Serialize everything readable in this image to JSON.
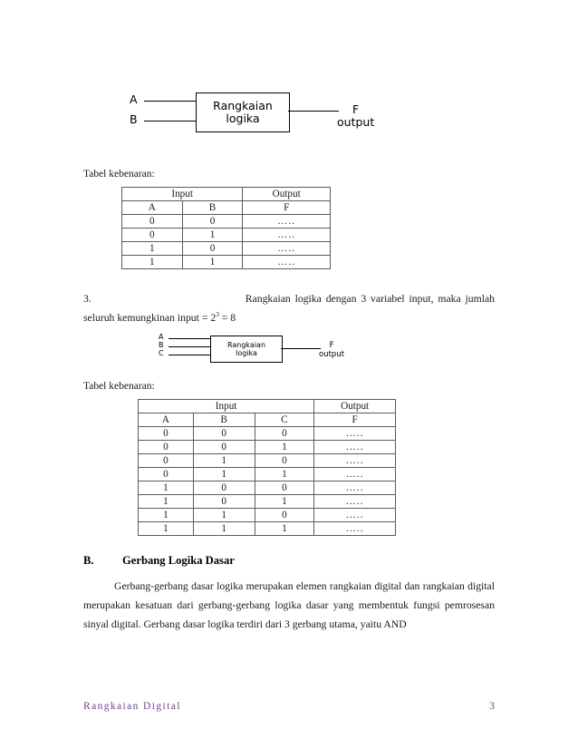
{
  "document": {
    "labels": {
      "tabel_kebenaran_1": "Tabel kebenaran:",
      "tabel_kebenaran_2": "Tabel kebenaran:"
    },
    "diagram_1": {
      "box_line_1": "Rangkaian",
      "box_line_2": "logika",
      "inputs": [
        "A",
        "B"
      ],
      "output_symbol": "F",
      "output_label": "output"
    },
    "diagram_2": {
      "box_line_1": "Rangkaian",
      "box_line_2": "logika",
      "inputs": [
        "A",
        "B",
        "C"
      ],
      "output_symbol": "F",
      "output_label": "output"
    },
    "item_3": {
      "number": "3.",
      "text_before_sup": "Rangkaian logika dengan 3 variabel input, maka jumlah seluruh kemungkinan input = 2",
      "superscript": "3",
      "text_after_sup": " = 8"
    },
    "table_1": {
      "group_headers": [
        "Input",
        "Output"
      ],
      "columns": [
        "A",
        "B",
        "F"
      ],
      "rows": [
        [
          "0",
          "0",
          "….."
        ],
        [
          "0",
          "1",
          "….."
        ],
        [
          "1",
          "0",
          "….."
        ],
        [
          "1",
          "1",
          "….."
        ]
      ]
    },
    "table_2": {
      "group_headers": [
        "Input",
        "Output"
      ],
      "columns": [
        "A",
        "B",
        "C",
        "F"
      ],
      "rows": [
        [
          "0",
          "0",
          "0",
          "….."
        ],
        [
          "0",
          "0",
          "1",
          "….."
        ],
        [
          "0",
          "1",
          "0",
          "….."
        ],
        [
          "0",
          "1",
          "1",
          "….."
        ],
        [
          "1",
          "0",
          "0",
          "….."
        ],
        [
          "1",
          "0",
          "1",
          "….."
        ],
        [
          "1",
          "1",
          "0",
          "….."
        ],
        [
          "1",
          "1",
          "1",
          "….."
        ]
      ]
    },
    "section_b": {
      "letter": "B.",
      "heading": "Gerbang Logika Dasar",
      "body": "Gerbang-gerbang dasar logika merupakan elemen rangkaian digital dan rangkaian digital merupakan kesatuan dari gerbang-gerbang logika dasar yang membentuk fungsi pemrosesan sinyal digital. Gerbang dasar logika terdiri dari 3 gerbang utama, yaitu AND"
    },
    "footer": {
      "title": "Rangkaian Digital",
      "page_number": "3",
      "color": "#6f3f9e"
    }
  }
}
